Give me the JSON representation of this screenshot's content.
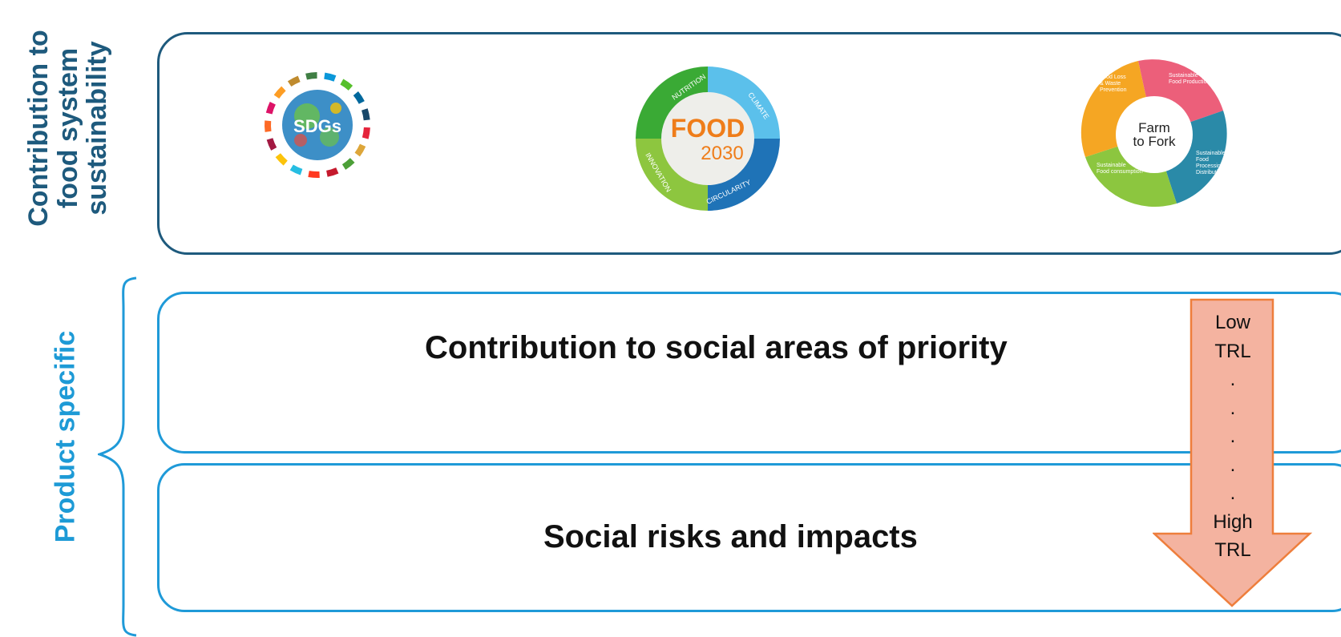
{
  "left_labels": {
    "top": [
      "Contribution to",
      "food system",
      "sustainability"
    ],
    "bottom": "Product specific"
  },
  "logos": {
    "sdg": {
      "text": "SDGs"
    },
    "food2030": {
      "word": "FOOD",
      "year": "2030",
      "segments": [
        "NUTRITION",
        "CLIMATE",
        "CIRCULARITY",
        "INNOVATION"
      ]
    },
    "farm_to_fork": {
      "center": [
        "Farm",
        "to Fork"
      ],
      "segments": [
        {
          "label": [
            "Sustainable",
            "Food Production"
          ],
          "color": "#ec5f7a"
        },
        {
          "label": [
            "Sustainable",
            "Food",
            "Processing &",
            "Distribution"
          ],
          "color": "#2a8aa8"
        },
        {
          "label": [
            "Sustainable",
            "Food consumption"
          ],
          "color": "#8cc63f"
        },
        {
          "label": [
            "Food Loss",
            "& Waste",
            "Prevention"
          ],
          "color": "#f5a623"
        }
      ]
    }
  },
  "boxes": {
    "middle": "Contribution to social areas of priority",
    "bottom": "Social risks and impacts"
  },
  "trl_arrow": {
    "lines": [
      "Low",
      "TRL",
      ".",
      ".",
      ".",
      ".",
      ".",
      "High",
      "TRL"
    ],
    "fill": "#f4b3a0",
    "stroke": "#ee7e3c"
  },
  "colors": {
    "dark_blue": "#1e5a7d",
    "light_blue": "#1f9ad8"
  }
}
